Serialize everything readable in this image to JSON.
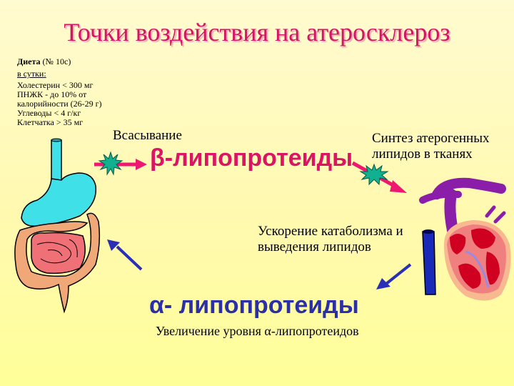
{
  "title": "Точки воздействия на атеросклероз",
  "diet": {
    "heading_bold": "Диета",
    "heading_rest": " (№ 10с)",
    "per_day": "в сутки",
    "per_day_suffix": ":",
    "items": [
      "Холестерин < 300 мг",
      "ПНЖК - до 10% от",
      "калорийности (26-29 г)",
      "Углеводы < 4 г/кг",
      "Клетчатка > 35 мг"
    ]
  },
  "labels": {
    "absorption": "Всасывание",
    "beta_lipoproteins": "β-липопротеиды",
    "synthesis_line1": "Синтез атерогенных",
    "synthesis_line2": "липидов в тканях",
    "catabolism_line1": "Ускорение катаболизма и",
    "catabolism_line2": "выведения липидов",
    "alpha_lipoproteins": "α- липопротеиды",
    "alpha_increase": "Увеличение уровня  α-липопротеидов"
  },
  "colors": {
    "title": "#d41464",
    "beta": "#dc1464",
    "alpha": "#2b2fa8",
    "arrow_pink": "#ee1870",
    "arrow_blue": "#2b2fb8",
    "blocker_star": "#10b090",
    "background": "#fff9b0"
  },
  "illustrations": [
    "digestive-tract",
    "heart"
  ]
}
